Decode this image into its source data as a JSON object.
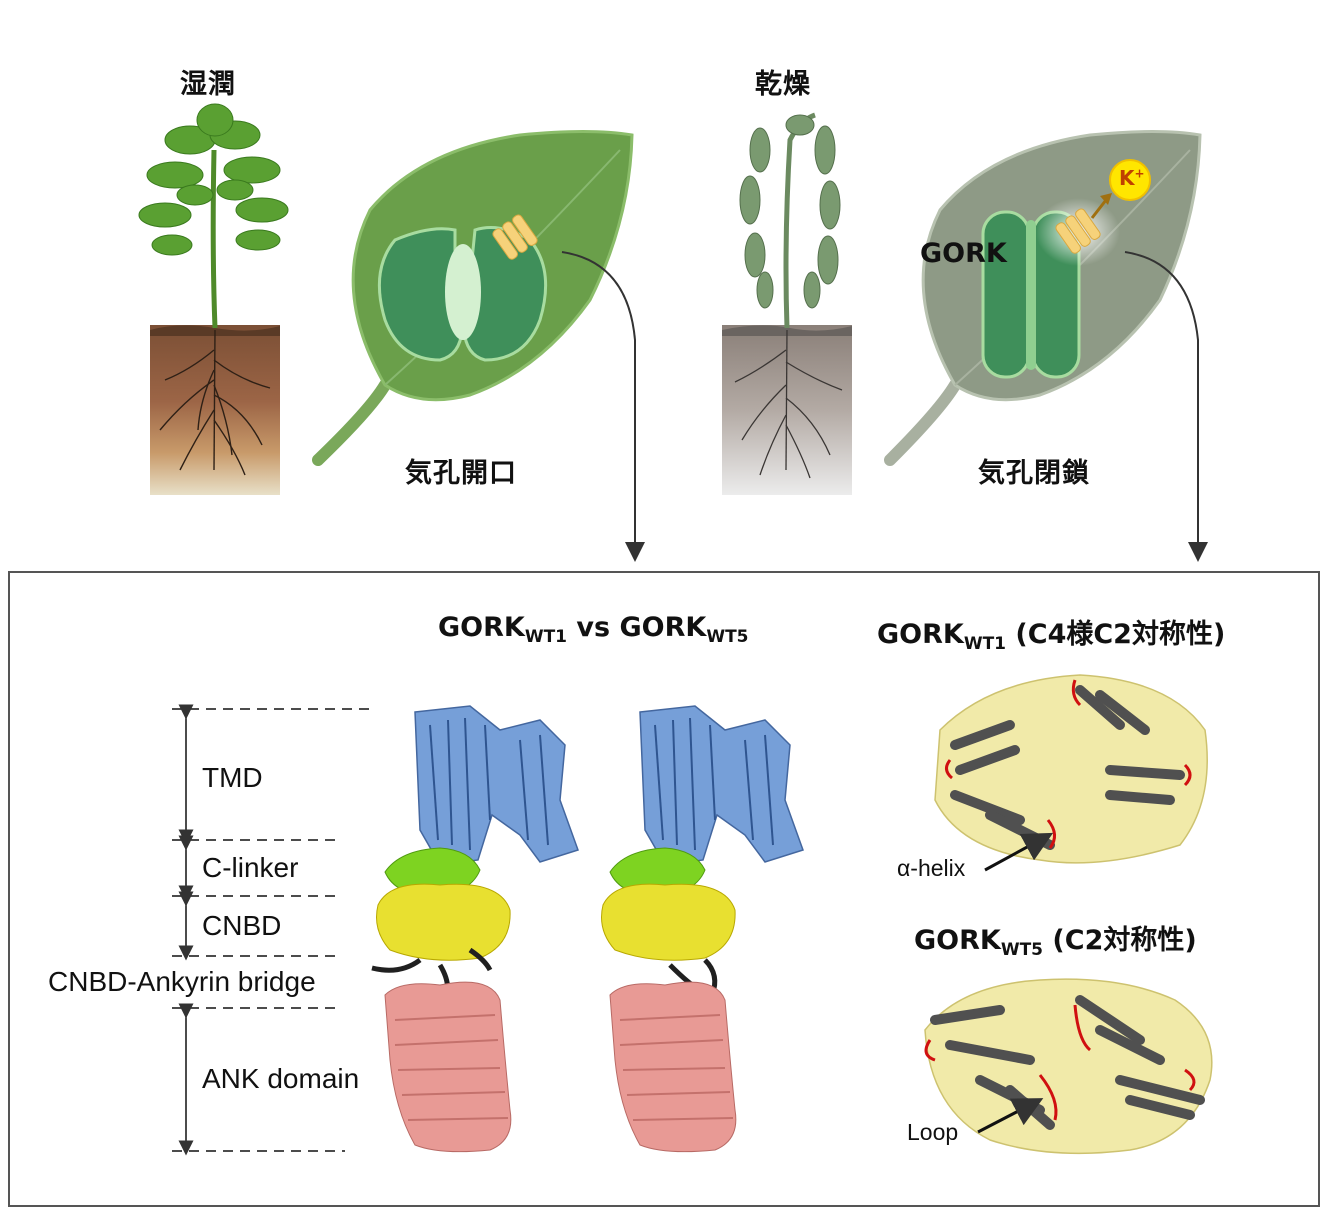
{
  "top": {
    "moist_label": "湿潤",
    "dry_label": "乾燥",
    "stomata_open_label": "気孔開口",
    "stomata_closed_label": "気孔閉鎖",
    "channel_label": "GORK",
    "ion_label": "K",
    "ion_charge": "+"
  },
  "bottom": {
    "compare_title": {
      "prefix": "GORK",
      "sub1": "WT1",
      "mid": " vs GORK",
      "sub2": "WT5"
    },
    "wt1_title": {
      "prefix": "GORK",
      "sub": "WT1",
      "suffix": " (C4様C2対称性)"
    },
    "wt5_title": {
      "prefix": "GORK",
      "sub": "WT5",
      "suffix": " (C2対称性)"
    },
    "domains": [
      "TMD",
      "C-linker",
      "CNBD",
      "CNBD-Ankyrin bridge",
      "ANK domain"
    ],
    "annotations": {
      "helix": "α-helix",
      "loop": "Loop"
    }
  },
  "colors": {
    "tmd": "#6f9ad6",
    "clinker": "#7ed321",
    "cnbd": "#e8e030",
    "bridge": "#4a4a4a",
    "ank": "#e89a95",
    "ring_helix": "#505050",
    "ring_loop": "#d01010",
    "ring_body": "#f0e8a0",
    "leaf_moist": "#6a9f4a",
    "leaf_dry": "#8e9a86",
    "ion": "#ffe600"
  }
}
